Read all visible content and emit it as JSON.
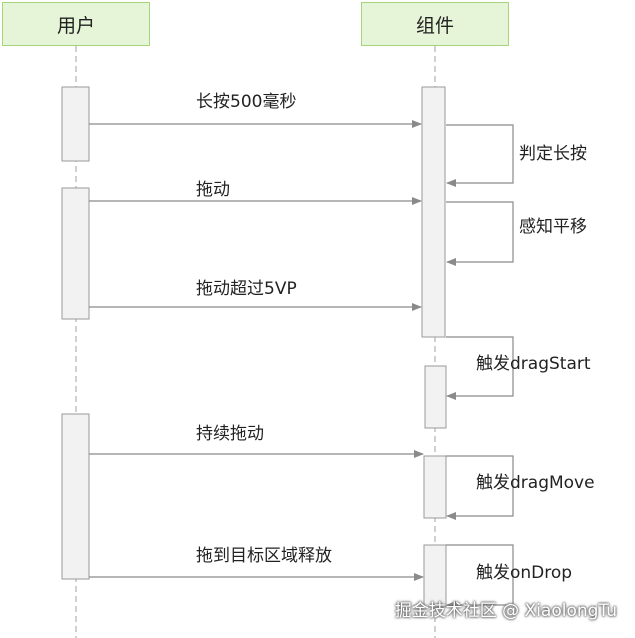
{
  "actors": {
    "user": "用户",
    "component": "组件"
  },
  "messages": {
    "long_press": "长按500毫秒",
    "drag": "拖动",
    "drag_over": "拖动超过5VP",
    "keep_drag": "持续拖动",
    "drop": "拖到目标区域释放"
  },
  "self_messages": {
    "judge": "判定长按",
    "sense": "感知平移",
    "drag_start": "触发dragStart",
    "drag_move": "触发dragMove",
    "on_drop": "触发onDrop"
  },
  "watermark": "掘金技术社区 @ XiaolongTu"
}
